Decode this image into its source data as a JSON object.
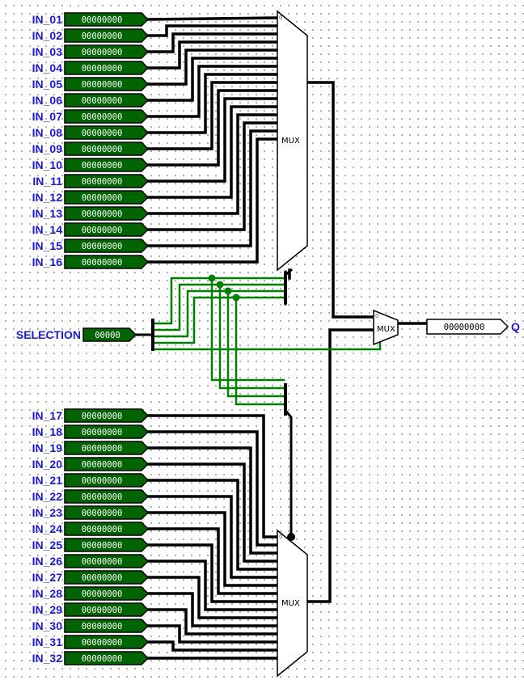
{
  "inputs_top": [
    {
      "label": "IN_01",
      "value": "00000000"
    },
    {
      "label": "IN_02",
      "value": "00000000"
    },
    {
      "label": "IN_03",
      "value": "00000000"
    },
    {
      "label": "IN_04",
      "value": "00000000"
    },
    {
      "label": "IN_05",
      "value": "00000000"
    },
    {
      "label": "IN_06",
      "value": "00000000"
    },
    {
      "label": "IN_07",
      "value": "00000000"
    },
    {
      "label": "IN_08",
      "value": "00000000"
    },
    {
      "label": "IN_09",
      "value": "00000000"
    },
    {
      "label": "IN_10",
      "value": "00000000"
    },
    {
      "label": "IN_11",
      "value": "00000000"
    },
    {
      "label": "IN_12",
      "value": "00000000"
    },
    {
      "label": "IN_13",
      "value": "00000000"
    },
    {
      "label": "IN_14",
      "value": "00000000"
    },
    {
      "label": "IN_15",
      "value": "00000000"
    },
    {
      "label": "IN_16",
      "value": "00000000"
    }
  ],
  "inputs_bottom": [
    {
      "label": "IN_17",
      "value": "00000000"
    },
    {
      "label": "IN_18",
      "value": "00000000"
    },
    {
      "label": "IN_19",
      "value": "00000000"
    },
    {
      "label": "IN_20",
      "value": "00000000"
    },
    {
      "label": "IN_21",
      "value": "00000000"
    },
    {
      "label": "IN_22",
      "value": "00000000"
    },
    {
      "label": "IN_23",
      "value": "00000000"
    },
    {
      "label": "IN_24",
      "value": "00000000"
    },
    {
      "label": "IN_25",
      "value": "00000000"
    },
    {
      "label": "IN_26",
      "value": "00000000"
    },
    {
      "label": "IN_27",
      "value": "00000000"
    },
    {
      "label": "IN_28",
      "value": "00000000"
    },
    {
      "label": "IN_29",
      "value": "00000000"
    },
    {
      "label": "IN_30",
      "value": "00000000"
    },
    {
      "label": "IN_31",
      "value": "00000000"
    },
    {
      "label": "IN_32",
      "value": "00000000"
    }
  ],
  "selection": {
    "label": "SELECTION",
    "value": "00000"
  },
  "output": {
    "label": "Q",
    "value": "00000000"
  },
  "mux_label": "MUX",
  "mux_index_zero": "0",
  "colors": {
    "pin_label": "#1a1adc",
    "pin_fill": "#006400",
    "wire_bus": "#000000",
    "wire_select": "#008000",
    "background": "#ffffff"
  }
}
